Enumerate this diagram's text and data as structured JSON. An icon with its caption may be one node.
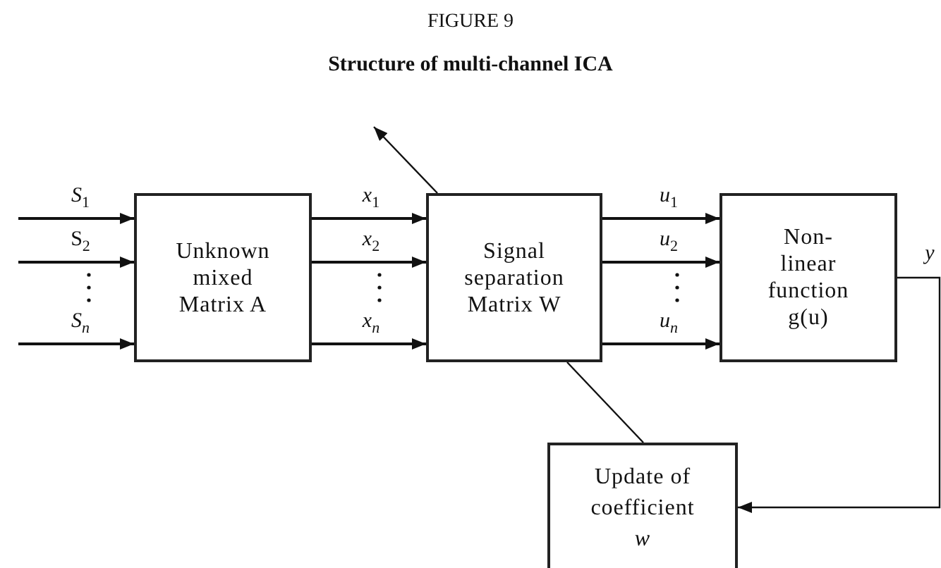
{
  "diagram": {
    "title": "Structure of multi-channel ICA",
    "caption": "FIGURE 9",
    "nodes": [
      {
        "text": [
          "Unknown mixed Matrix A"
        ]
      },
      {
        "text": [
          "Signal separation Matrix W"
        ]
      },
      {
        "text": [
          "Non-linear function g(u)"
        ]
      },
      {
        "text": [
          "Update of coefficient *w*"
        ]
      }
    ],
    "edges": [
      {
        "from": null,
        "to": 0,
        "arrow": "to",
        "label": "*S*$_{1}$"
      },
      {
        "from": null,
        "to": 0,
        "arrow": "to",
        "label": "S$_{2}$"
      },
      {
        "from": null,
        "to": 0,
        "arrow": "to",
        "label": "*S$_{n}$*"
      },
      {
        "from": 0,
        "to": 1,
        "arrow": "to",
        "label": "*x*$_{1}$"
      },
      {
        "from": 0,
        "to": 1,
        "arrow": "to",
        "label": "*x*$_{2}$"
      },
      {
        "from": 0,
        "to": 1,
        "arrow": "to",
        "label": "*x$_{n}$*"
      },
      {
        "from": 1,
        "to": 2,
        "arrow": "to",
        "label": "*u*$_{1}$"
      },
      {
        "from": 1,
        "to": 2,
        "arrow": "to",
        "label": "*u*$_{2}$"
      },
      {
        "from": 1,
        "to": 2,
        "arrow": "to",
        "label": "*u$_{n}$*"
      },
      {
        "from": 1,
        "to": null,
        "arrow": "to"
      },
      {
        "from": 1,
        "to": 3,
        "arrow": "none"
      },
      {
        "from": 2,
        "to": 3,
        "arrow": "to",
        "label": "*y*"
      }
    ]
  }
}
